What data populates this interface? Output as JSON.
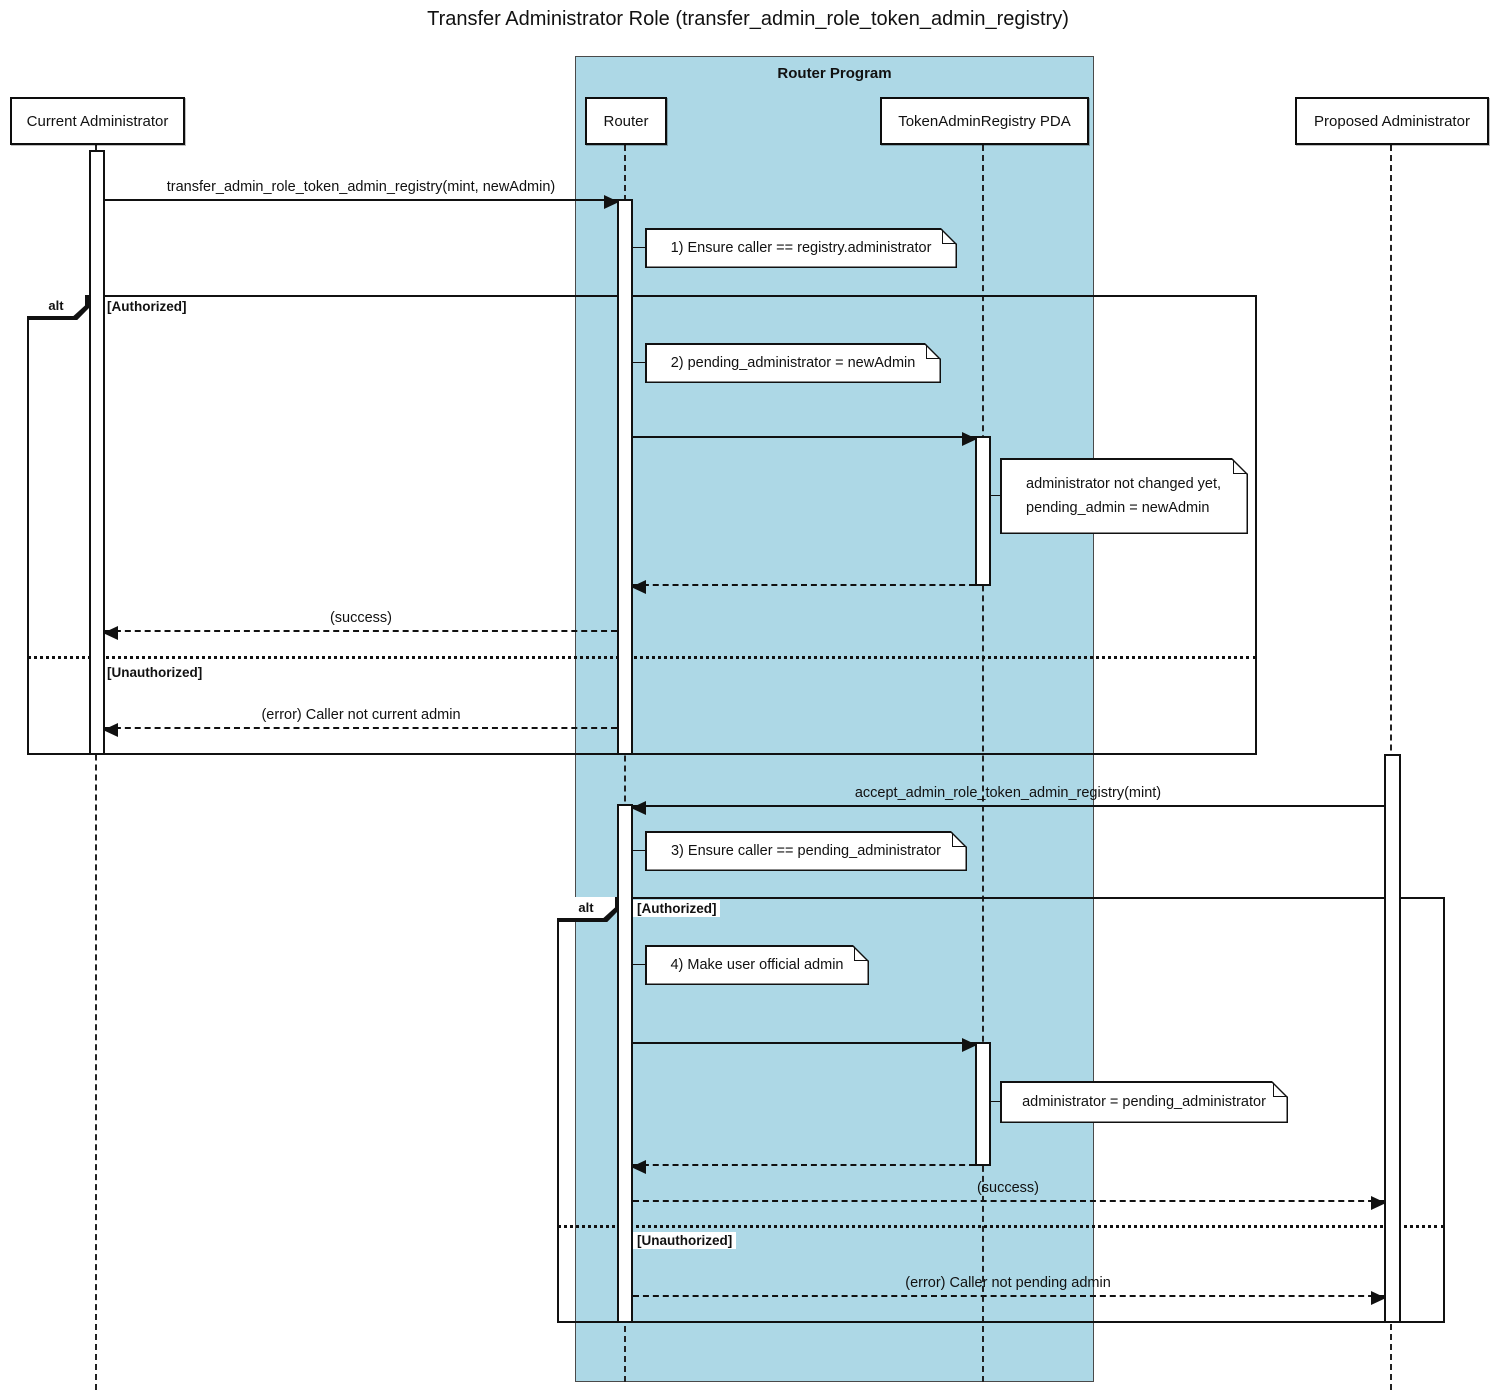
{
  "title": "Transfer Administrator Role (transfer_admin_role_token_admin_registry)",
  "container": {
    "label": "Router Program",
    "fill": "#ADD8E6"
  },
  "participants": [
    {
      "label": "Current Administrator"
    },
    {
      "label": "Router"
    },
    {
      "label": "TokenAdminRegistry PDA"
    },
    {
      "label": "Proposed Administrator"
    }
  ],
  "frames": [
    {
      "operator": "alt",
      "guard_authorized": "[Authorized]",
      "guard_unauthorized": "[Unauthorized]"
    },
    {
      "operator": "alt",
      "guard_authorized": "[Authorized]",
      "guard_unauthorized": "[Unauthorized]"
    }
  ],
  "messages": [
    {
      "from": "Current Administrator",
      "to": "Router",
      "type": "solid",
      "label": "transfer_admin_role_token_admin_registry(mint, newAdmin)"
    },
    {
      "from": "Router",
      "to": "Current Administrator",
      "type": "dashed",
      "label": "(success)"
    },
    {
      "from": "Router",
      "to": "Current Administrator",
      "type": "dashed",
      "label": "(error) Caller not current admin"
    },
    {
      "from": "Proposed Administrator",
      "to": "Router",
      "type": "solid",
      "label": "accept_admin_role_token_admin_registry(mint)"
    },
    {
      "from": "Router",
      "to": "Proposed Administrator",
      "type": "dashed",
      "label": "(success)"
    },
    {
      "from": "Router",
      "to": "Proposed Administrator",
      "type": "dashed",
      "label": "(error) Caller not pending admin"
    }
  ],
  "notes": [
    {
      "text": "1) Ensure caller == registry.administrator"
    },
    {
      "text": "2) pending_administrator = newAdmin"
    },
    {
      "line1": "administrator not changed yet,",
      "line2": "pending_admin = newAdmin"
    },
    {
      "text": "3) Ensure caller == pending_administrator"
    },
    {
      "text": "4) Make user official admin"
    },
    {
      "text": "administrator = pending_administrator"
    }
  ]
}
